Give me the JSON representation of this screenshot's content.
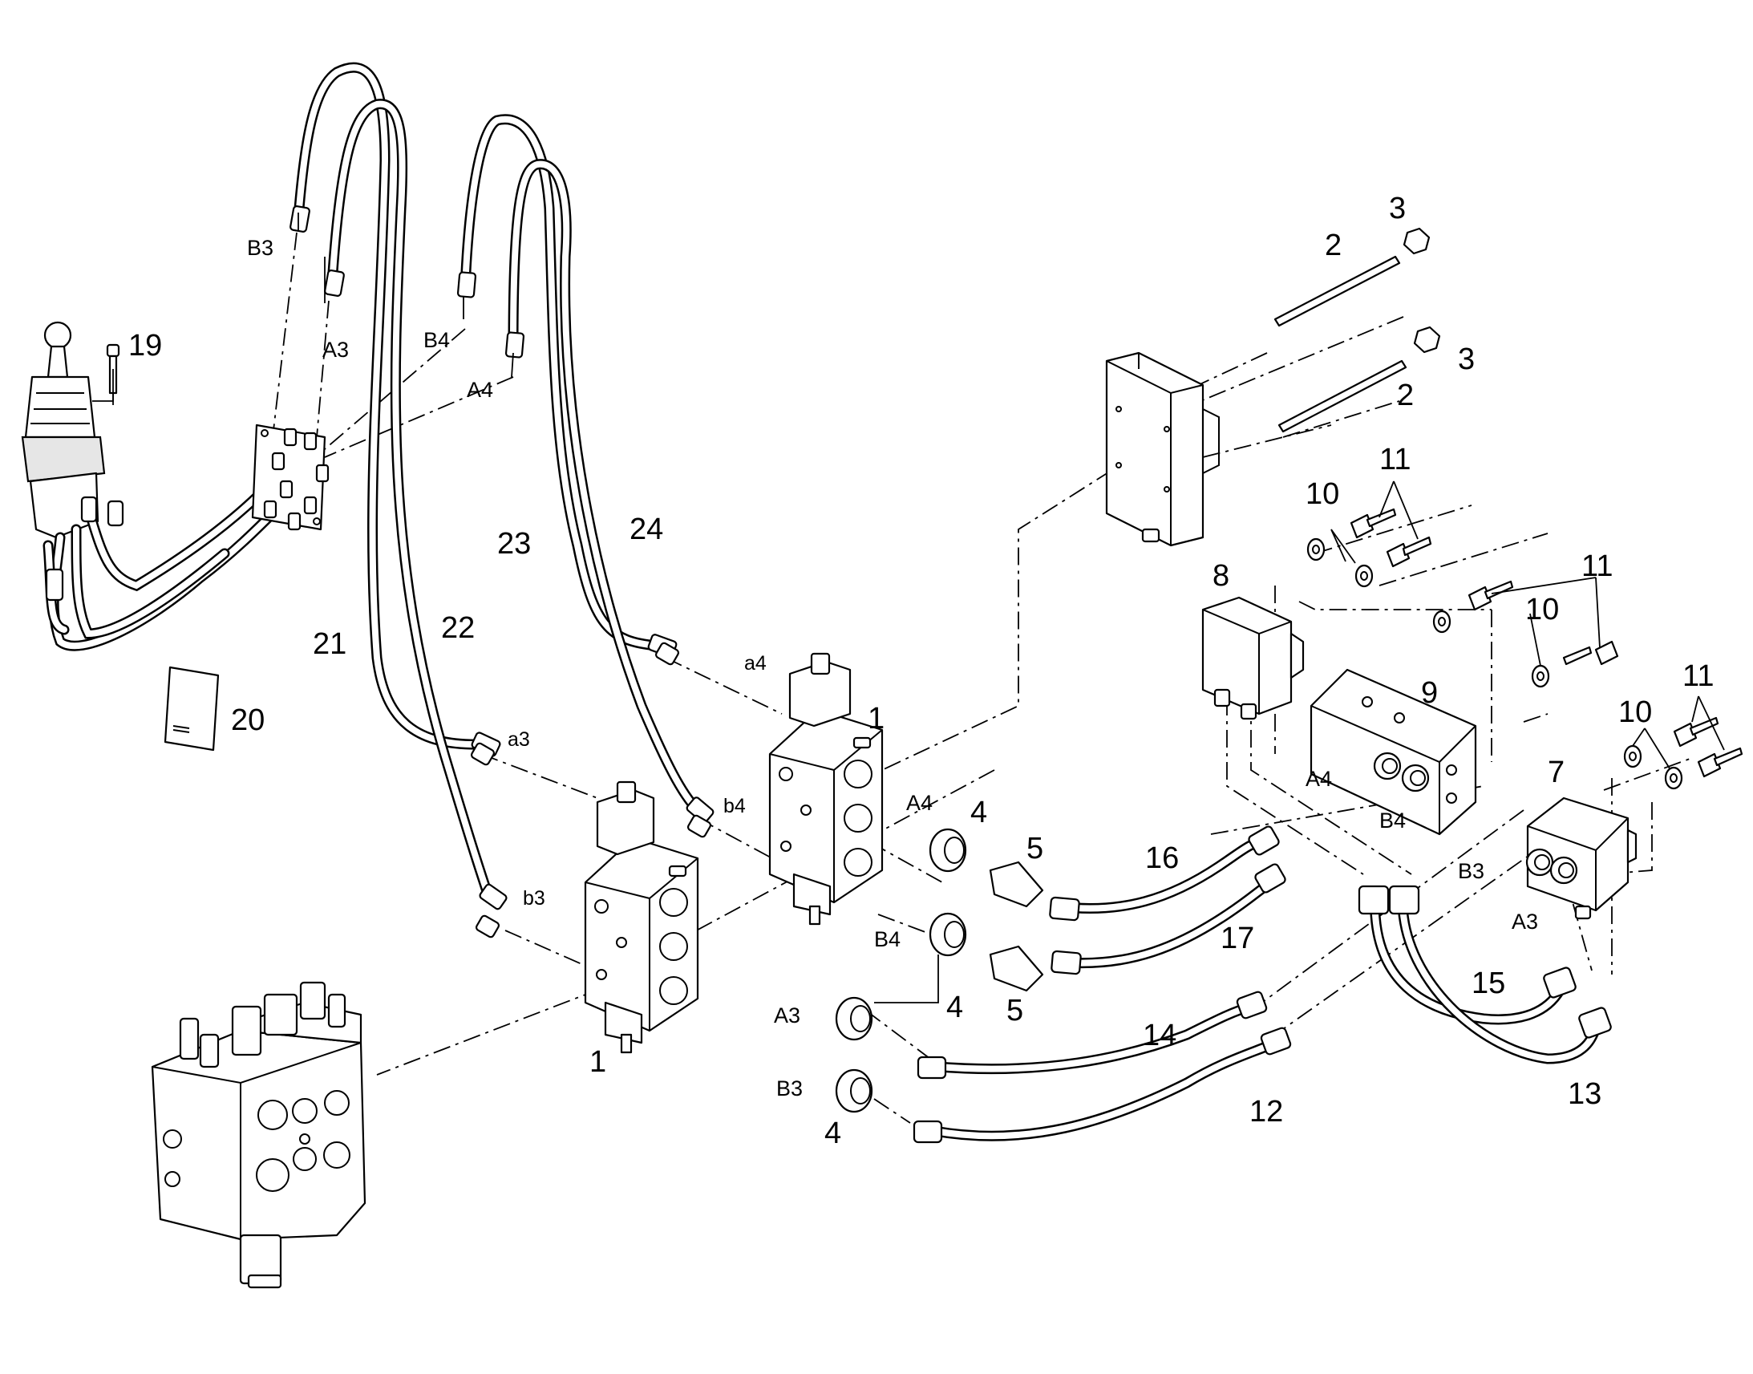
{
  "callouts": {
    "c1a": "1",
    "c1b": "1",
    "c2a": "2",
    "c2b": "2",
    "c3a": "3",
    "c3b": "3",
    "c4a": "4",
    "c4b": "4",
    "c4c": "4",
    "c5a": "5",
    "c5b": "5",
    "c7": "7",
    "c8": "8",
    "c9": "9",
    "c10a": "10",
    "c10b": "10",
    "c10c": "10",
    "c11a": "11",
    "c11b": "11",
    "c11c": "11",
    "c12": "12",
    "c13": "13",
    "c14": "14",
    "c15": "15",
    "c16": "16",
    "c17": "17",
    "c19": "19",
    "c20": "20",
    "c21": "21",
    "c22": "22",
    "c23": "23",
    "c24": "24"
  },
  "ports": {
    "b3_top": "B3",
    "a3_top": "A3",
    "b4_top": "B4",
    "a4_top": "A4",
    "a4_valve": "A4",
    "b4_valve": "B4",
    "a3_valve": "A3",
    "b3_valve": "B3",
    "a4_block": "A4",
    "b4_block": "B4",
    "b3_block": "B3",
    "a3_block": "A3",
    "a4_pilot": "a4",
    "b4_pilot": "b4",
    "a3_pilot": "a3",
    "b3_pilot": "b3"
  }
}
